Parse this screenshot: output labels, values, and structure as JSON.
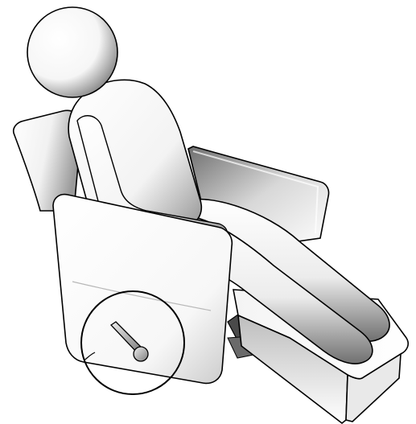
{
  "illustration": {
    "subject": "person-seated-in-reclining-chair",
    "chair_state": "reclined-with-footrest-extended",
    "highlight": "release-lever-circled",
    "colors": {
      "outline": "#000000",
      "fill": "#ffffff",
      "shade": "#8a8a8a",
      "dark_shade": "#3a3a3a"
    }
  }
}
